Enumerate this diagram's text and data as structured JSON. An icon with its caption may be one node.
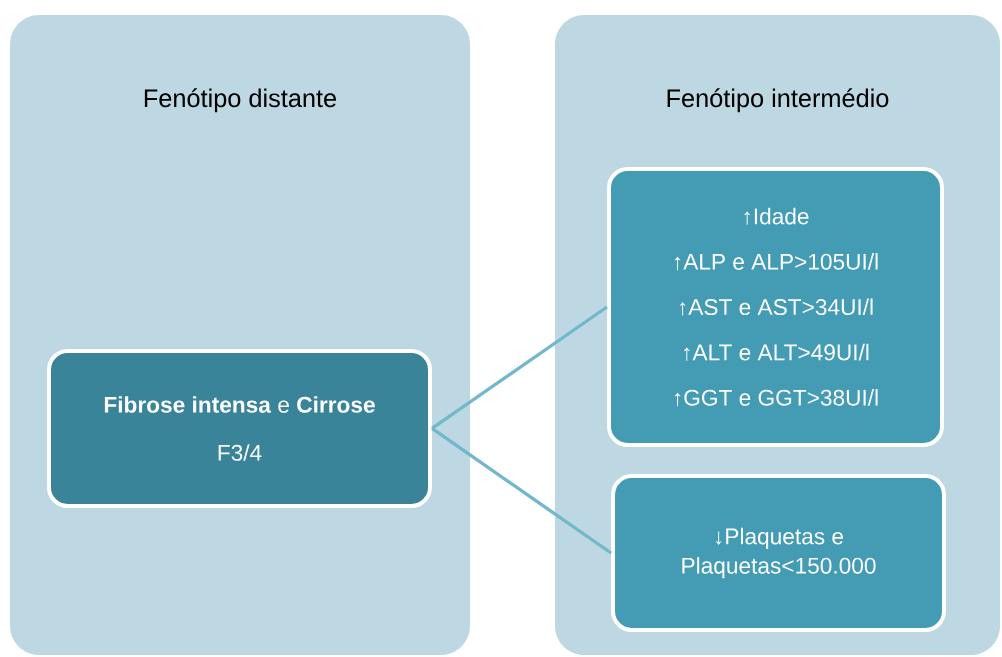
{
  "diagram": {
    "nodes": [
      {
        "text": [
          "Fenótipo distante"
        ]
      },
      {
        "text": [
          "Fenótipo intermédio"
        ]
      },
      {
        "text": [
          "**Fibrose intensa** e **Cirrose**",
          "F3/4"
        ],
        "in": 0
      },
      {
        "text": [
          "↑Idade",
          "↑ALP e ALP>105UI/l",
          "↑AST e AST>34UI/l",
          "↑ALT e ALT>49UI/l",
          "↑GGT e GGT>38UI/l"
        ],
        "in": 1
      },
      {
        "text": [
          "↓Plaquetas e Plaquetas<150.000"
        ],
        "in": 1
      }
    ],
    "edges": [
      {
        "from": 2,
        "to": 3,
        "arrow": "none"
      },
      {
        "from": 2,
        "to": 4,
        "arrow": "none"
      }
    ]
  }
}
